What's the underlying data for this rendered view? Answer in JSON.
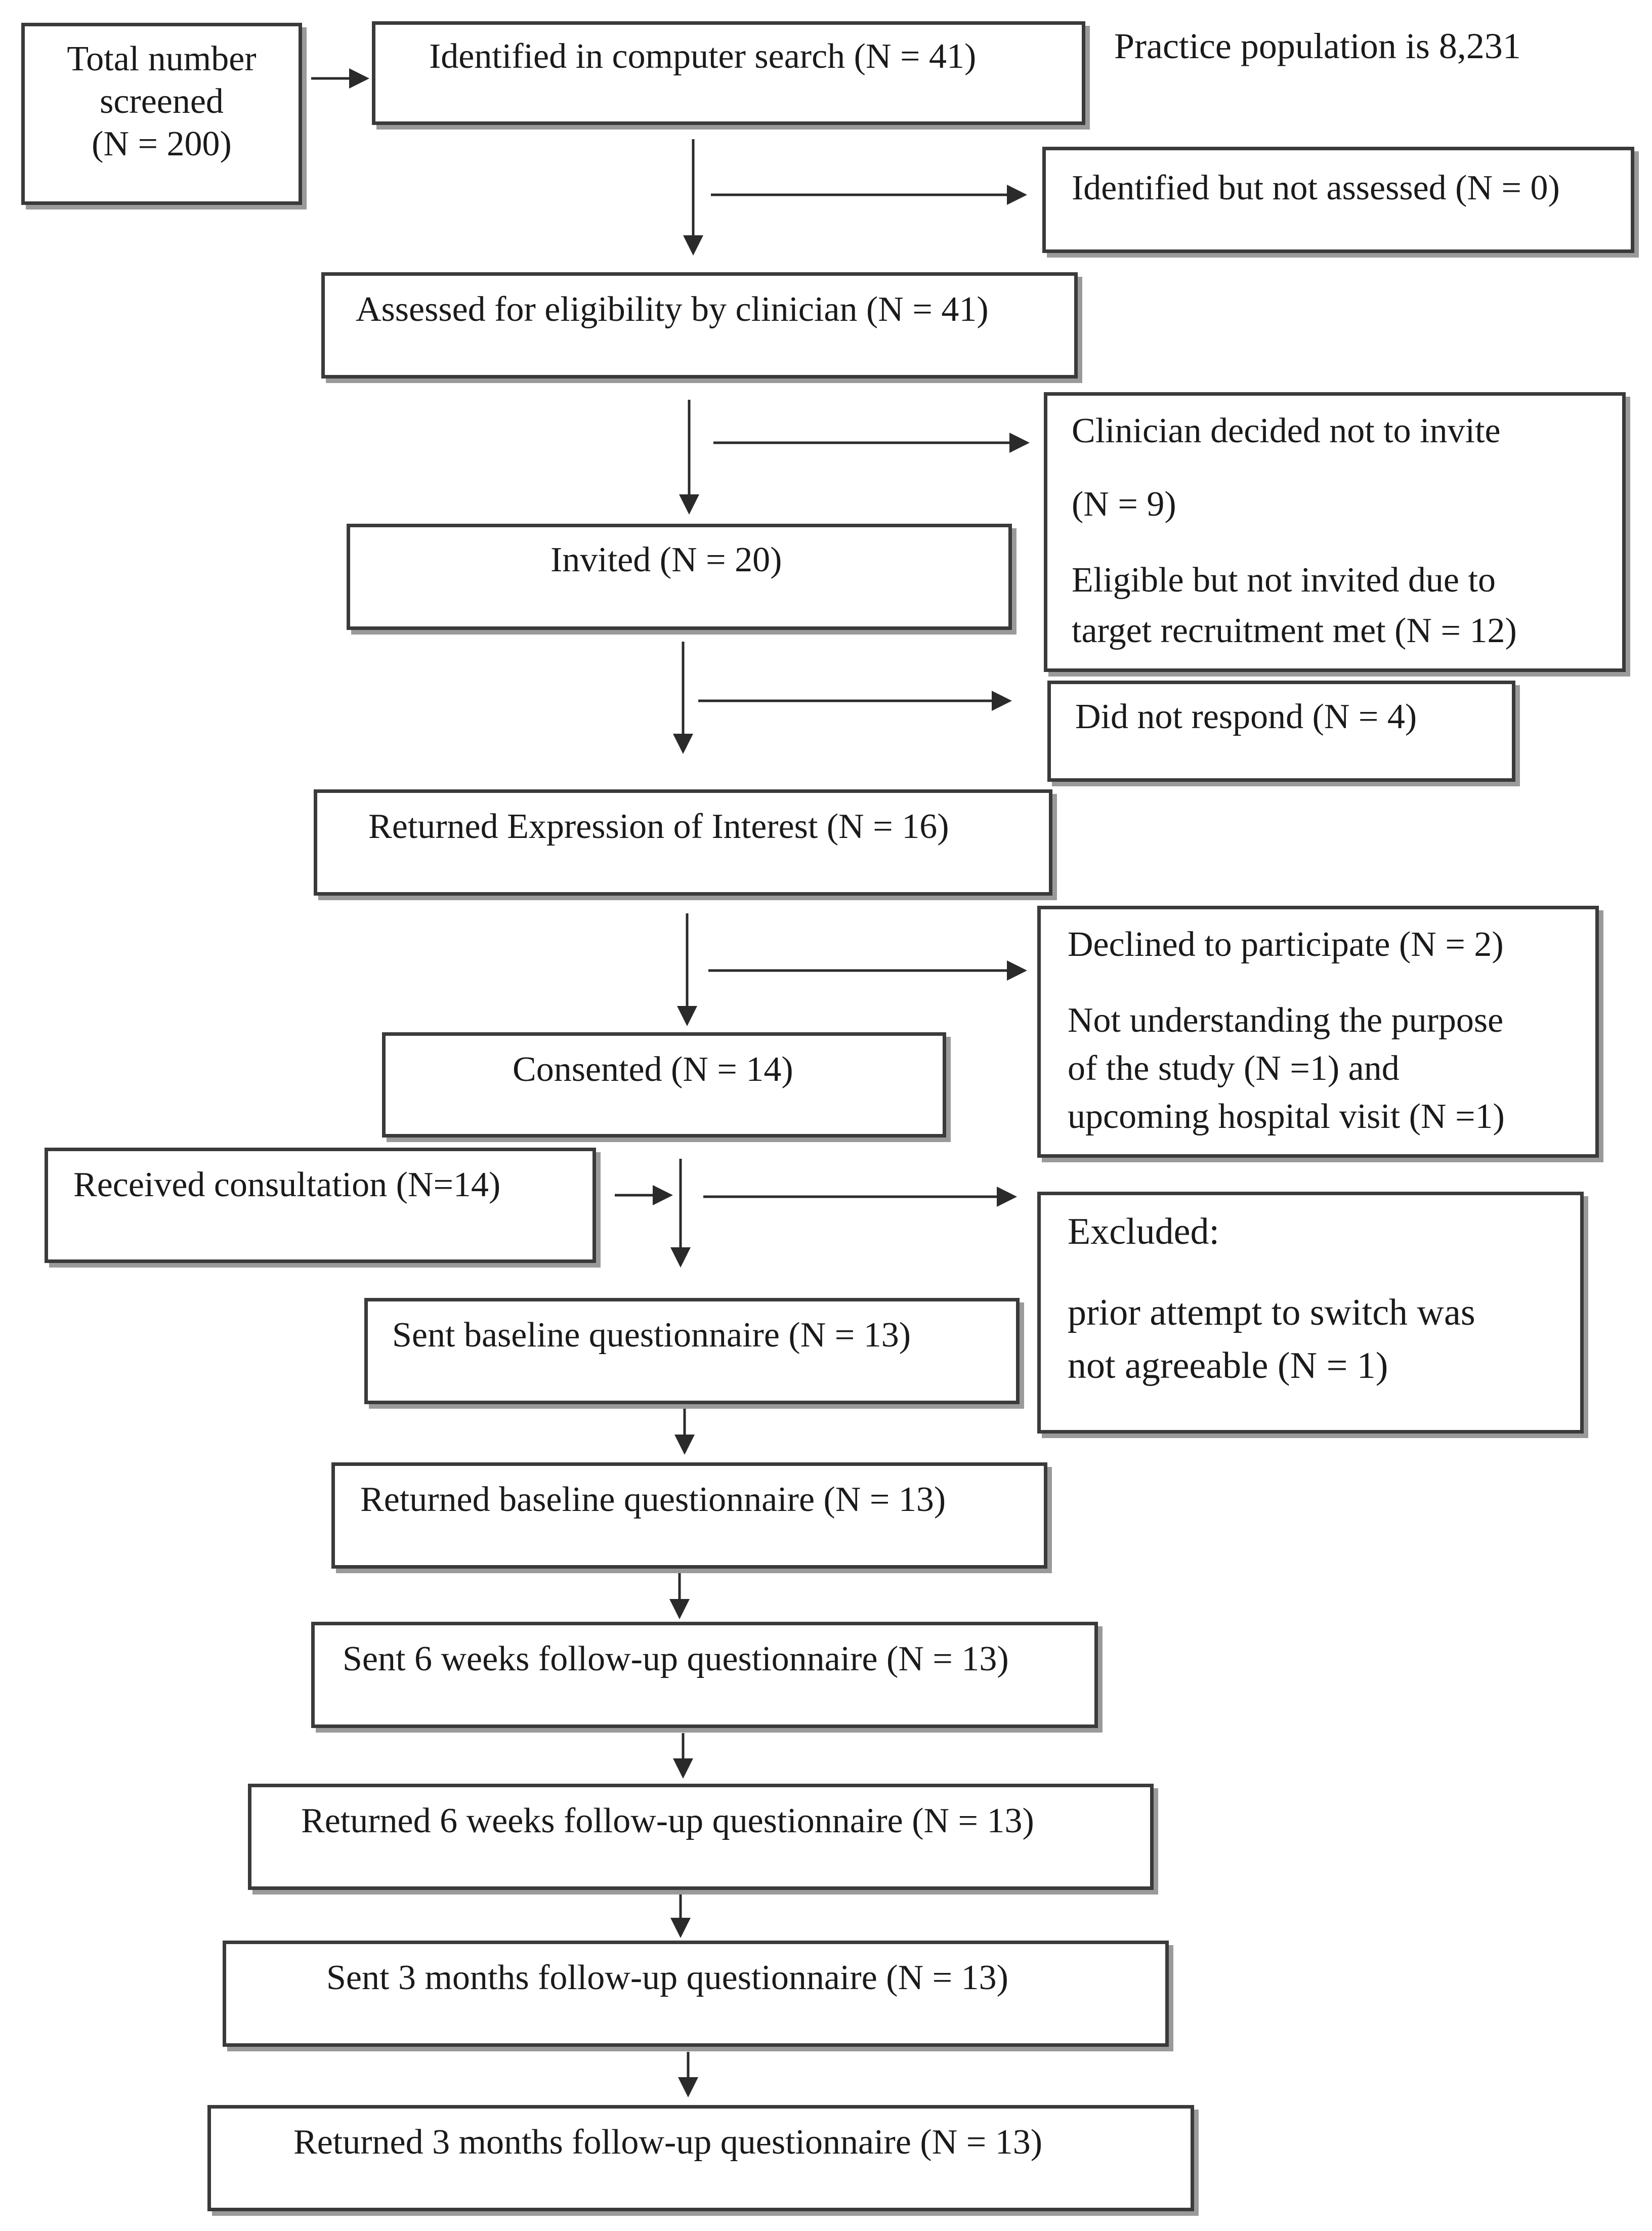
{
  "population_note": "Practice population is 8,231",
  "boxes": {
    "total_screened": [
      "Total number",
      "screened",
      "(N = 200)"
    ],
    "identified": "Identified in computer search (N = 41)",
    "not_assessed": "Identified but not assessed (N = 0)",
    "assessed": "Assessed for eligibility by clinician (N = 41)",
    "not_invited": [
      "Clinician decided not to invite",
      "(N = 9)",
      "Eligible but not invited due to",
      "target recruitment met (N = 12)"
    ],
    "invited": "Invited (N = 20)",
    "no_response": "Did not respond (N = 4)",
    "expression": "Returned Expression of Interest (N = 16)",
    "declined": [
      "Declined to participate (N = 2)",
      "Not understanding the purpose",
      "of the study (N =1) and",
      "upcoming hospital visit (N =1)"
    ],
    "consented": "Consented (N = 14)",
    "consultation": "Received consultation (N=14)",
    "excluded": [
      "Excluded:",
      "prior attempt to switch was",
      "not agreeable (N = 1)"
    ],
    "sent_baseline": "Sent baseline questionnaire (N = 13)",
    "returned_baseline": "Returned baseline questionnaire (N = 13)",
    "sent_6w": "Sent 6 weeks follow-up questionnaire (N = 13)",
    "returned_6w": "Returned 6 weeks follow-up questionnaire (N = 13)",
    "sent_3m": "Sent 3 months follow-up questionnaire (N = 13)",
    "returned_3m": "Returned 3 months follow-up questionnaire (N = 13)"
  }
}
